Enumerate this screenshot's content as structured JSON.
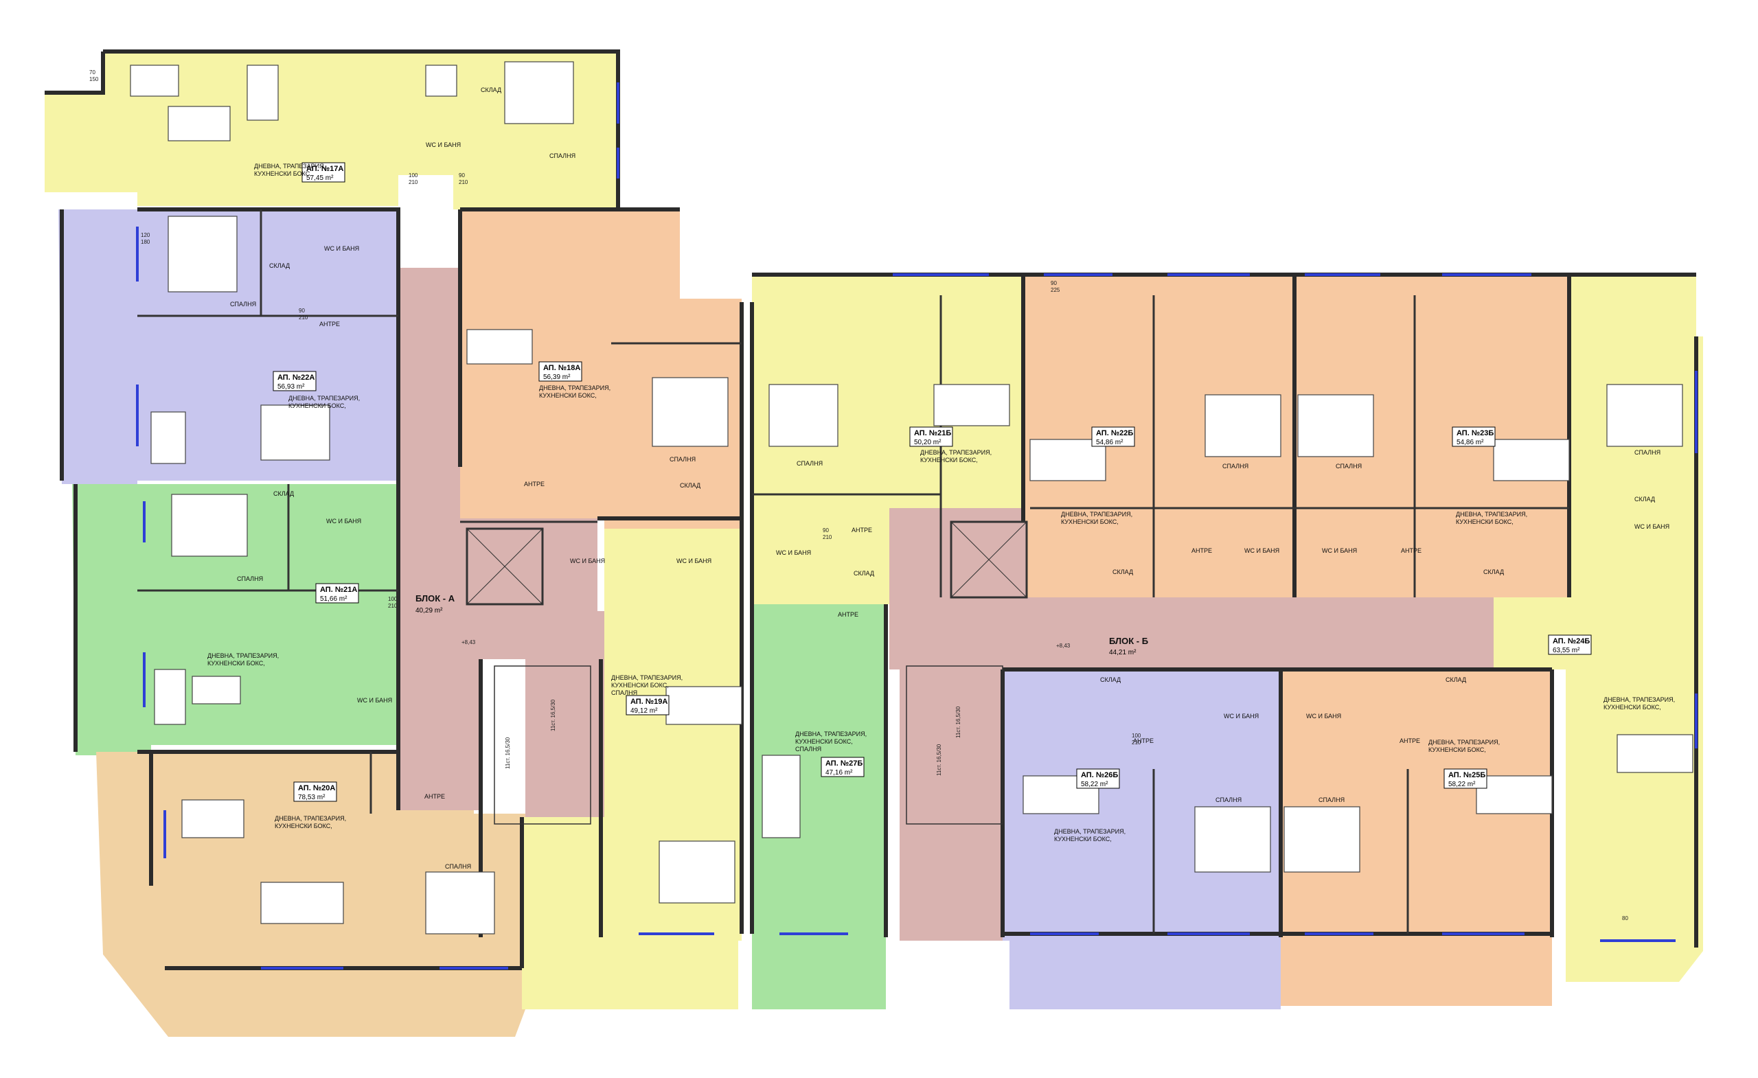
{
  "colors": {
    "yellow": "#f6f4a6",
    "orange": "#f7c9a2",
    "lilac": "#c8c6ee",
    "green": "#a7e3a0",
    "tan": "#f1d2a3",
    "corridor": "#d9b3b0",
    "wall": "#2b2b2b",
    "window": "#2f3fd6"
  },
  "blocks": {
    "a": {
      "name": "БЛОК - А",
      "area": "40,29 m²",
      "level": "+8,43"
    },
    "b": {
      "name": "БЛОК - Б",
      "area": "44,21 m²",
      "level": "+8,43"
    }
  },
  "stairs": {
    "a1": "11ст. 16,5/30",
    "a2": "11ст. 16,5/30",
    "b1": "11ст. 16,5/30",
    "b2": "11ст. 16,5/30"
  },
  "apartments": [
    {
      "id": "17a",
      "title": "АП. №17А",
      "area": "57,45 m²"
    },
    {
      "id": "22a",
      "title": "АП. №22А",
      "area": "56,93 m²"
    },
    {
      "id": "21a",
      "title": "АП. №21А",
      "area": "51,66 m²"
    },
    {
      "id": "20a",
      "title": "АП. №20А",
      "area": "78,53 m²"
    },
    {
      "id": "18a",
      "title": "АП. №18А",
      "area": "56,39 m²"
    },
    {
      "id": "19a",
      "title": "АП. №19А",
      "area": "49,12 m²"
    },
    {
      "id": "21b",
      "title": "АП. №21Б",
      "area": "50,20 m²"
    },
    {
      "id": "27b",
      "title": "АП. №27Б",
      "area": "47,16 m²"
    },
    {
      "id": "22b",
      "title": "АП. №22Б",
      "area": "54,86 m²"
    },
    {
      "id": "23b",
      "title": "АП. №23Б",
      "area": "54,86 m²"
    },
    {
      "id": "24b",
      "title": "АП. №24Б",
      "area": "63,55 m²"
    },
    {
      "id": "26b",
      "title": "АП. №26Б",
      "area": "58,22 m²"
    },
    {
      "id": "25b",
      "title": "АП. №25Б",
      "area": "58,22 m²"
    }
  ],
  "rooms": {
    "living": "ДНЕВНА, ТРАПЕЗАРИЯ,",
    "kitchen": "КУХНЕНСКИ БОКС,",
    "bedroom_short": "СПАЛНЯ",
    "bedroom": "СПАЛНЯ",
    "bath": "WC И БАНЯ",
    "storage": "СКЛАД",
    "hall": "АНТРЕ"
  },
  "dims": {
    "d90": "90",
    "d210": "210",
    "d100": "100",
    "d150": "150",
    "d180": "180",
    "d120": "120",
    "d225": "225",
    "d80": "80",
    "d70": "70"
  }
}
